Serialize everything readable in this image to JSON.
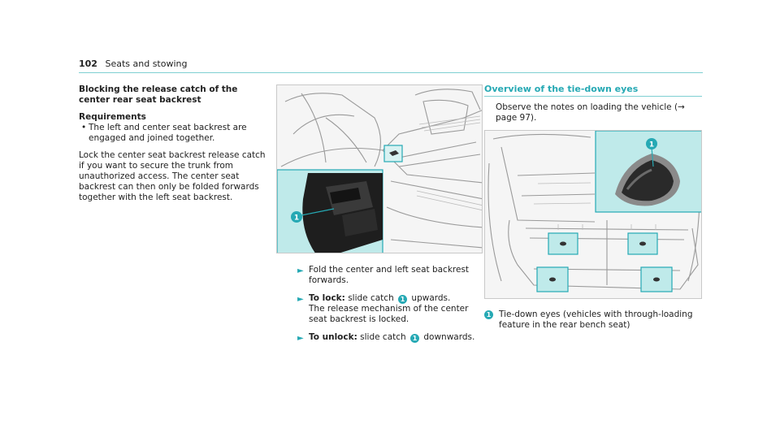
{
  "header": {
    "page_number": "102",
    "section": "Seats and stowing"
  },
  "col1": {
    "heading": "Blocking the release catch of the center rear seat backrest",
    "req_title": "Requirements",
    "requirement": "The left and center seat backrest are engaged and joined together.",
    "body": "Lock the center seat backrest release catch if you want to secure the trunk from unauthorized access. The center seat backrest can then only be folded forwards together with the left seat backrest."
  },
  "steps": {
    "step1": "Fold the center and left seat backrest forwards.",
    "step2_lead": "To lock:",
    "step2_text_a": "slide catch",
    "step2_text_b": "upwards.",
    "step2_text_c": "The release mechanism of the center seat backrest is locked.",
    "step3_lead": "To unlock:",
    "step3_text_a": "slide catch",
    "step3_text_b": "downwards.",
    "callout": "1",
    "arrow": "►"
  },
  "col3": {
    "title": "Overview of the tie-down eyes",
    "note": "Observe the notes on loading the vehicle (→ page 97).",
    "legend_num": "1",
    "legend_text": "Tie-down eyes (vehicles with through-loading feature in the rear bench seat)"
  },
  "figures": {
    "callout": "1"
  },
  "colors": {
    "accent": "#26a9b4",
    "highlight": "#bfeaea",
    "rule": "#7ecfd2"
  }
}
